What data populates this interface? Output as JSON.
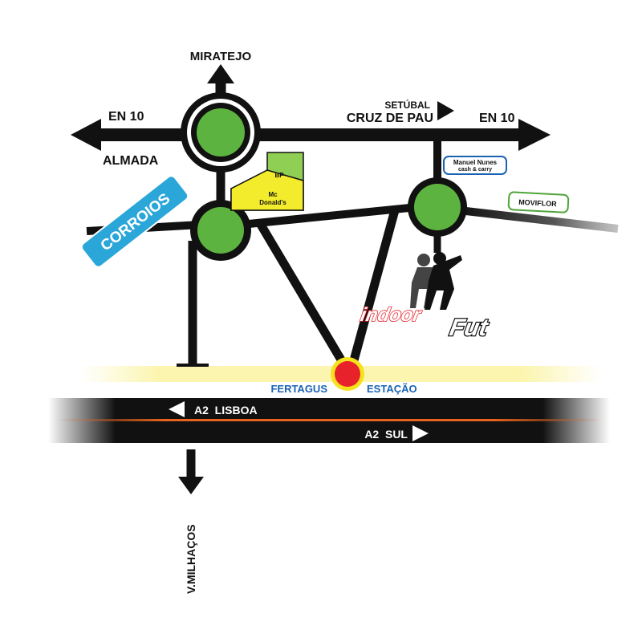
{
  "labels": {
    "north": "MIRATEJO",
    "west_top": "EN 10",
    "west_bottom": "ALMADA",
    "east_setubal": "SETÚBAL",
    "east_cruz": "CRUZ DE PAU",
    "east_en10": "EN 10",
    "corroios": "CORROIOS",
    "bp": "BP",
    "mcdonalds_line1": "Mc",
    "mcdonalds_line2": "Donald's",
    "manuel_line1": "Manuel Nunes",
    "manuel_line2": "cash & carry",
    "moviflor": "MOVIFLOR",
    "indoor_logo_line1": "indoor",
    "indoor_logo_line2": "Fut",
    "fertagus": "FERTAGUS",
    "estacao": "ESTAÇÃO",
    "a2_lisboa": "A2  LISBOA",
    "a2_sul": "A2  SUL",
    "south": "V.MILHAÇOS"
  },
  "colors": {
    "road": "#111111",
    "roundabout": "#5db33f",
    "corroios_bg": "#2aa6d9",
    "station": "#e8222b",
    "station_ring": "#f5e21e",
    "rail_dash": "#f5e21e",
    "highway_stripe": "#e8641e",
    "mcdonalds_bg": "#f2ec2c",
    "bp_bg": "#8fcf54",
    "label_blue": "#1a63b4",
    "moviflor_border": "#4fa43a"
  },
  "icons": {
    "footballer": "footballer-silhouette-icon"
  }
}
